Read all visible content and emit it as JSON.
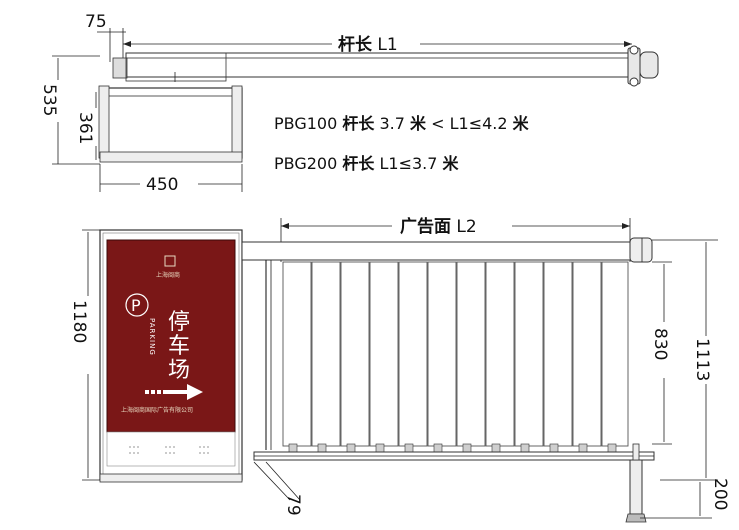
{
  "top_view": {
    "dim_75": "75",
    "dim_535": "535",
    "dim_361": "361",
    "dim_450": "450",
    "rod_label_bold": "杆长",
    "rod_label_rest": " L1"
  },
  "specs": [
    {
      "model": "PBG100 ",
      "bold1": "杆长",
      "mid": " 3.7 ",
      "bold2": "米",
      "op": " < L1≤4.2 ",
      "bold3": "米"
    },
    {
      "model": "PBG200 ",
      "bold1": "杆长",
      "mid": " L1≤3.7 ",
      "bold2": "米",
      "op": "",
      "bold3": ""
    }
  ],
  "front_view": {
    "ad_label_bold": "广告面",
    "ad_label_rest": " L2",
    "dim_1180": "1180",
    "dim_830": "830",
    "dim_1113": "1113",
    "dim_79": "79",
    "dim_200": "200"
  },
  "ad_poster": {
    "brand": "上海闽商",
    "parking_symbol": "P",
    "parking_word": "PARKING",
    "cn_line1": "停",
    "cn_line2": "车",
    "cn_line3": "场",
    "footer": "上海闽商国际广告有限公司"
  },
  "colors": {
    "poster_bg": "#7a1717",
    "poster_dark": "#5e0f10",
    "line": "#222222"
  }
}
